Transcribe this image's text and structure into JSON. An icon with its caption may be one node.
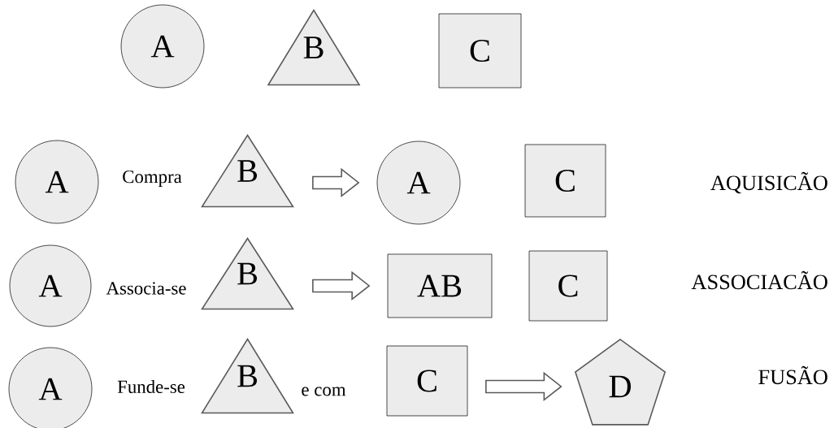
{
  "diagram": {
    "nodes": [
      {
        "text": [
          "A"
        ]
      },
      {
        "text": [
          "B"
        ]
      },
      {
        "text": [
          "C"
        ]
      },
      {
        "text": [
          "A"
        ]
      },
      {
        "text": [
          "B"
        ]
      },
      {
        "text": [
          "A"
        ]
      },
      {
        "text": [
          "C"
        ]
      },
      {
        "text": [
          "A"
        ]
      },
      {
        "text": [
          "B"
        ]
      },
      {
        "text": [
          "AB"
        ]
      },
      {
        "text": [
          "C"
        ]
      },
      {
        "text": [
          "A"
        ]
      },
      {
        "text": [
          "B"
        ]
      },
      {
        "text": [
          "C"
        ]
      },
      {
        "text": [
          "D"
        ]
      }
    ],
    "edges": [
      {
        "from": 4,
        "to": 5,
        "arrow": "to"
      },
      {
        "from": 8,
        "to": 9,
        "arrow": "to"
      },
      {
        "from": 13,
        "to": 14,
        "arrow": "to"
      }
    ],
    "labels": [
      "Compra",
      "AQUISICÃO",
      "Associa-se",
      "ASSOCIACÃO",
      "Funde-se",
      "e com",
      "FUSÃO"
    ]
  }
}
